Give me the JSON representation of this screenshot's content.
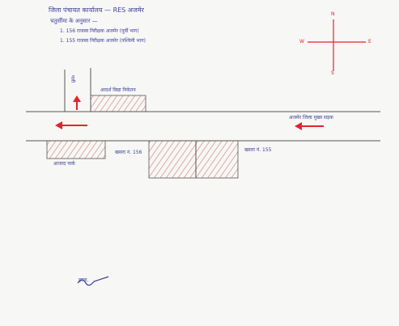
{
  "header": {
    "line1": "जिला पंचायत कार्यालय — RES अजमेर",
    "line2": "चतुर्सीमा के अनुसार —",
    "line3": "1. 156  राजस्व निरीक्षक अजमेर (पूर्वी भाग)",
    "line4": "1. 155  राजस्व निरीक्षक अजमेर (पश्चिमी भाग)"
  },
  "compass": {
    "north": "N",
    "south": "S",
    "east": "E",
    "west": "W"
  },
  "labels": {
    "vertical_road": "गली",
    "top_plot": "आदर्श विद्या निकेतन",
    "road_right": "अजमेर जिला मुख्य सड़क",
    "bottom_left_plot": "आजाद पार्क",
    "plot_156": "खसरा नं. 156",
    "plot_155": "खसरा नं. 155",
    "signature": "हस्ता."
  },
  "colors": {
    "ink": "#3d3f9a",
    "pencil": "#555555",
    "arrow": "#e0262b",
    "hatch": "#d08a8a"
  }
}
